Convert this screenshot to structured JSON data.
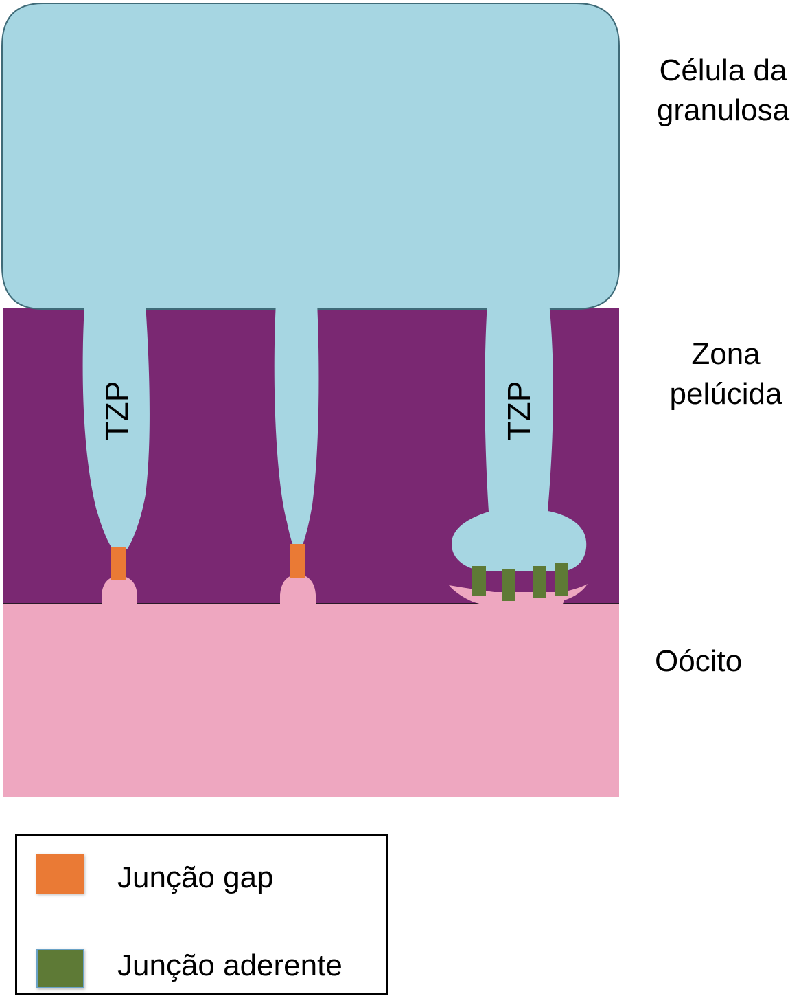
{
  "labels": {
    "granulosa": [
      "Célula da",
      "granulosa"
    ],
    "zona": [
      "Zona",
      "pelúcida"
    ],
    "oocito": "Oócito",
    "tzp": "TZP"
  },
  "legend": {
    "items": [
      {
        "label": "Junção gap",
        "color": "#ea7a35"
      },
      {
        "label": "Junção aderente",
        "color": "#5e7a36"
      }
    ]
  },
  "colors": {
    "granulosa": "#a6d6e2",
    "zona": "#7a2872",
    "oocito": "#eea7c0",
    "gap_junction": "#ea7a35",
    "adherens_junction": "#5e7a36",
    "outline": "#3f6b78"
  }
}
